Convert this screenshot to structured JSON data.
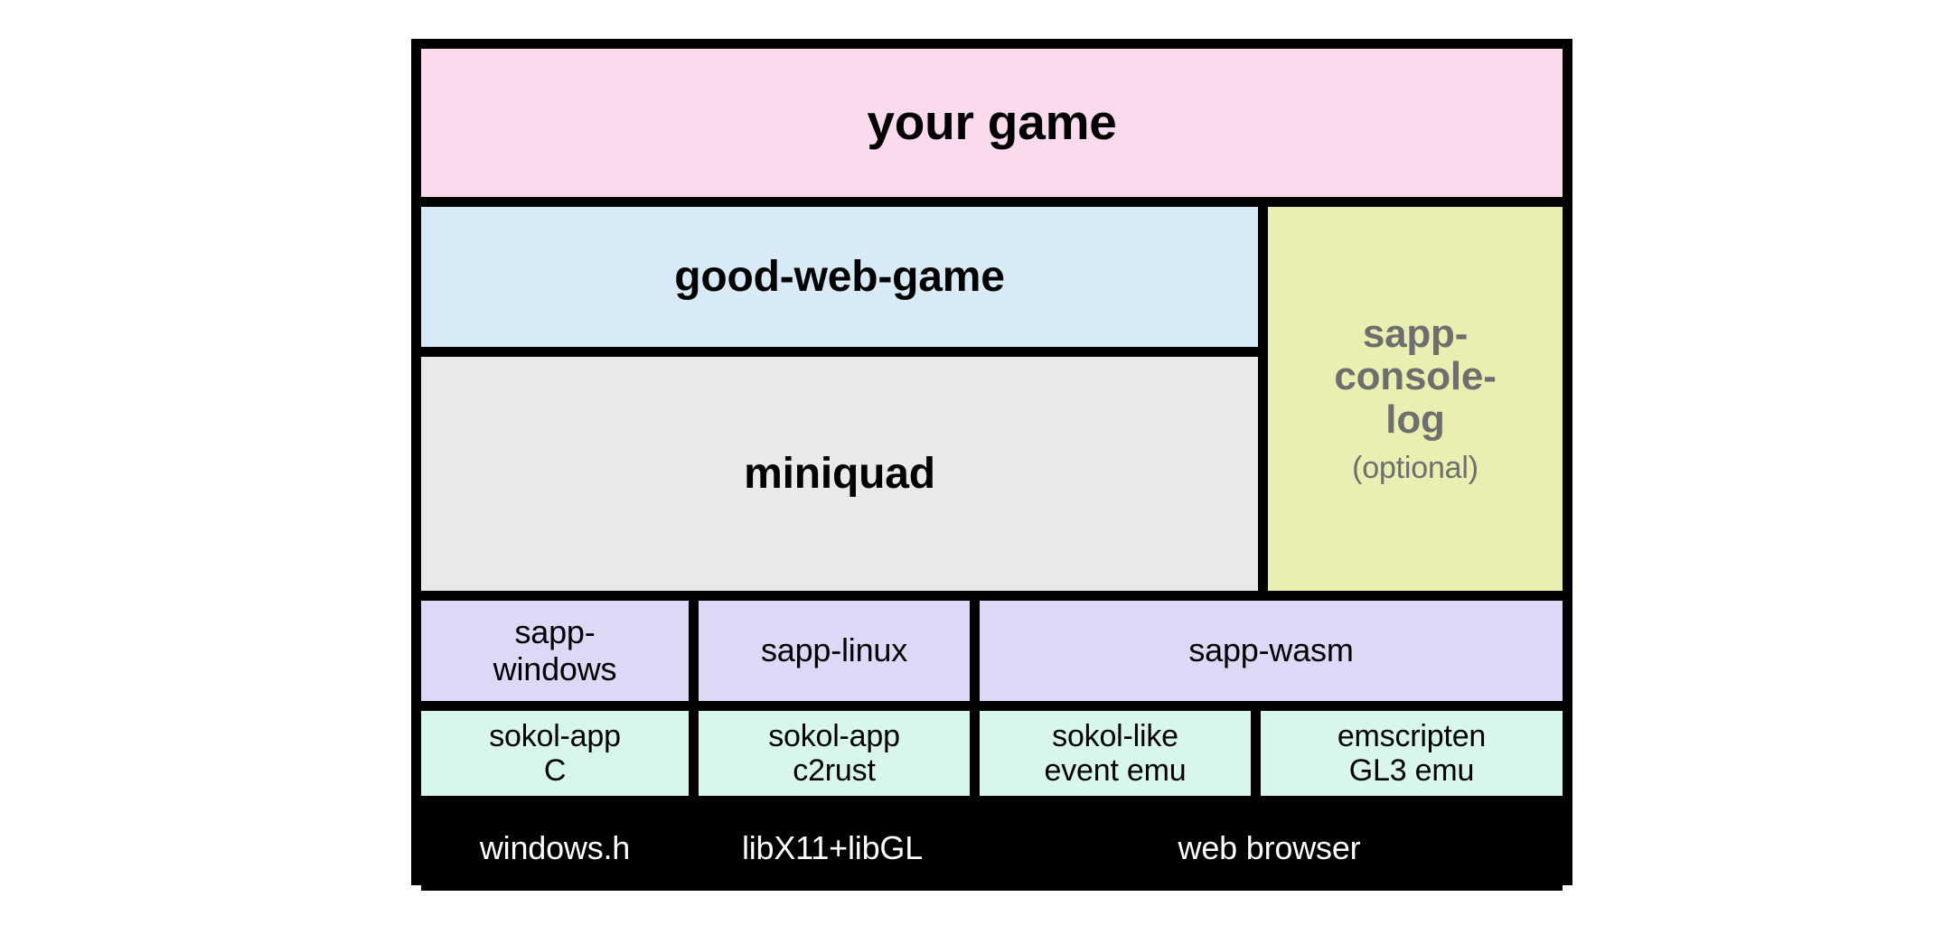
{
  "diagram": {
    "title": "miniquad / good-web-game platform layer stack",
    "type": "layered-architecture-stack",
    "frame_color": "#000000",
    "layers": [
      {
        "id": "application",
        "cells": [
          {
            "label": "your game",
            "color": "#fadbed",
            "text_color": "#000000",
            "span": "full"
          }
        ]
      },
      {
        "id": "framework",
        "cells": [
          {
            "label": "good-web-game",
            "color": "#d9eaf7",
            "text_color": "#000000"
          },
          {
            "label": "miniquad",
            "color": "#e9e9e7",
            "text_color": "#000000"
          },
          {
            "label": "sapp-console-log",
            "sublabel": "(optional)",
            "color": "#e9eeb1",
            "text_color": "#6e6e6e"
          }
        ]
      },
      {
        "id": "sapp-backend",
        "color": "#dcd9f7",
        "cells": [
          {
            "label": "sapp-\nwindows"
          },
          {
            "label": "sapp-linux"
          },
          {
            "label": "sapp-wasm"
          }
        ]
      },
      {
        "id": "sokol-emulation",
        "color": "#d8f7ea",
        "cells": [
          {
            "label": "sokol-app\nC"
          },
          {
            "label": "sokol-app\nc2rust"
          },
          {
            "label": "sokol-like\nevent emu"
          },
          {
            "label": "emscripten\nGL3 emu"
          }
        ]
      },
      {
        "id": "platform",
        "color": "#000000",
        "text_color": "#ffffff",
        "cells": [
          {
            "label": "windows.h"
          },
          {
            "label": "libX11+libGL"
          },
          {
            "label": "web browser"
          }
        ]
      }
    ]
  },
  "boxes": {
    "your_game": "your game",
    "good_web_game": "good-web-game",
    "miniquad": "miniquad",
    "sapp_console_log": "sapp-\nconsole-\nlog",
    "sapp_console_log_optional": "(optional)",
    "sapp_windows": "sapp-\nwindows",
    "sapp_linux": "sapp-linux",
    "sapp_wasm": "sapp-wasm",
    "sokol_app_c": "sokol-app\nC",
    "sokol_app_c2rust": "sokol-app\nc2rust",
    "sokol_like_event_emu": "sokol-like\nevent emu",
    "emscripten_gl3_emu": "emscripten\nGL3 emu",
    "windows_h": "windows.h",
    "libx11_libgl": "libX11+libGL",
    "web_browser": "web browser"
  },
  "colors": {
    "application_pink": "#fadbed",
    "framework_blue": "#d9eaf7",
    "engine_gray": "#e9e9e7",
    "optional_yellow": "#e9eeb1",
    "backend_purple": "#dcd9f7",
    "emulation_mint": "#d8f7ea",
    "platform_black": "#000000",
    "muted_text_gray": "#6e6e6e",
    "border_black": "#000000",
    "page_white": "#ffffff"
  }
}
